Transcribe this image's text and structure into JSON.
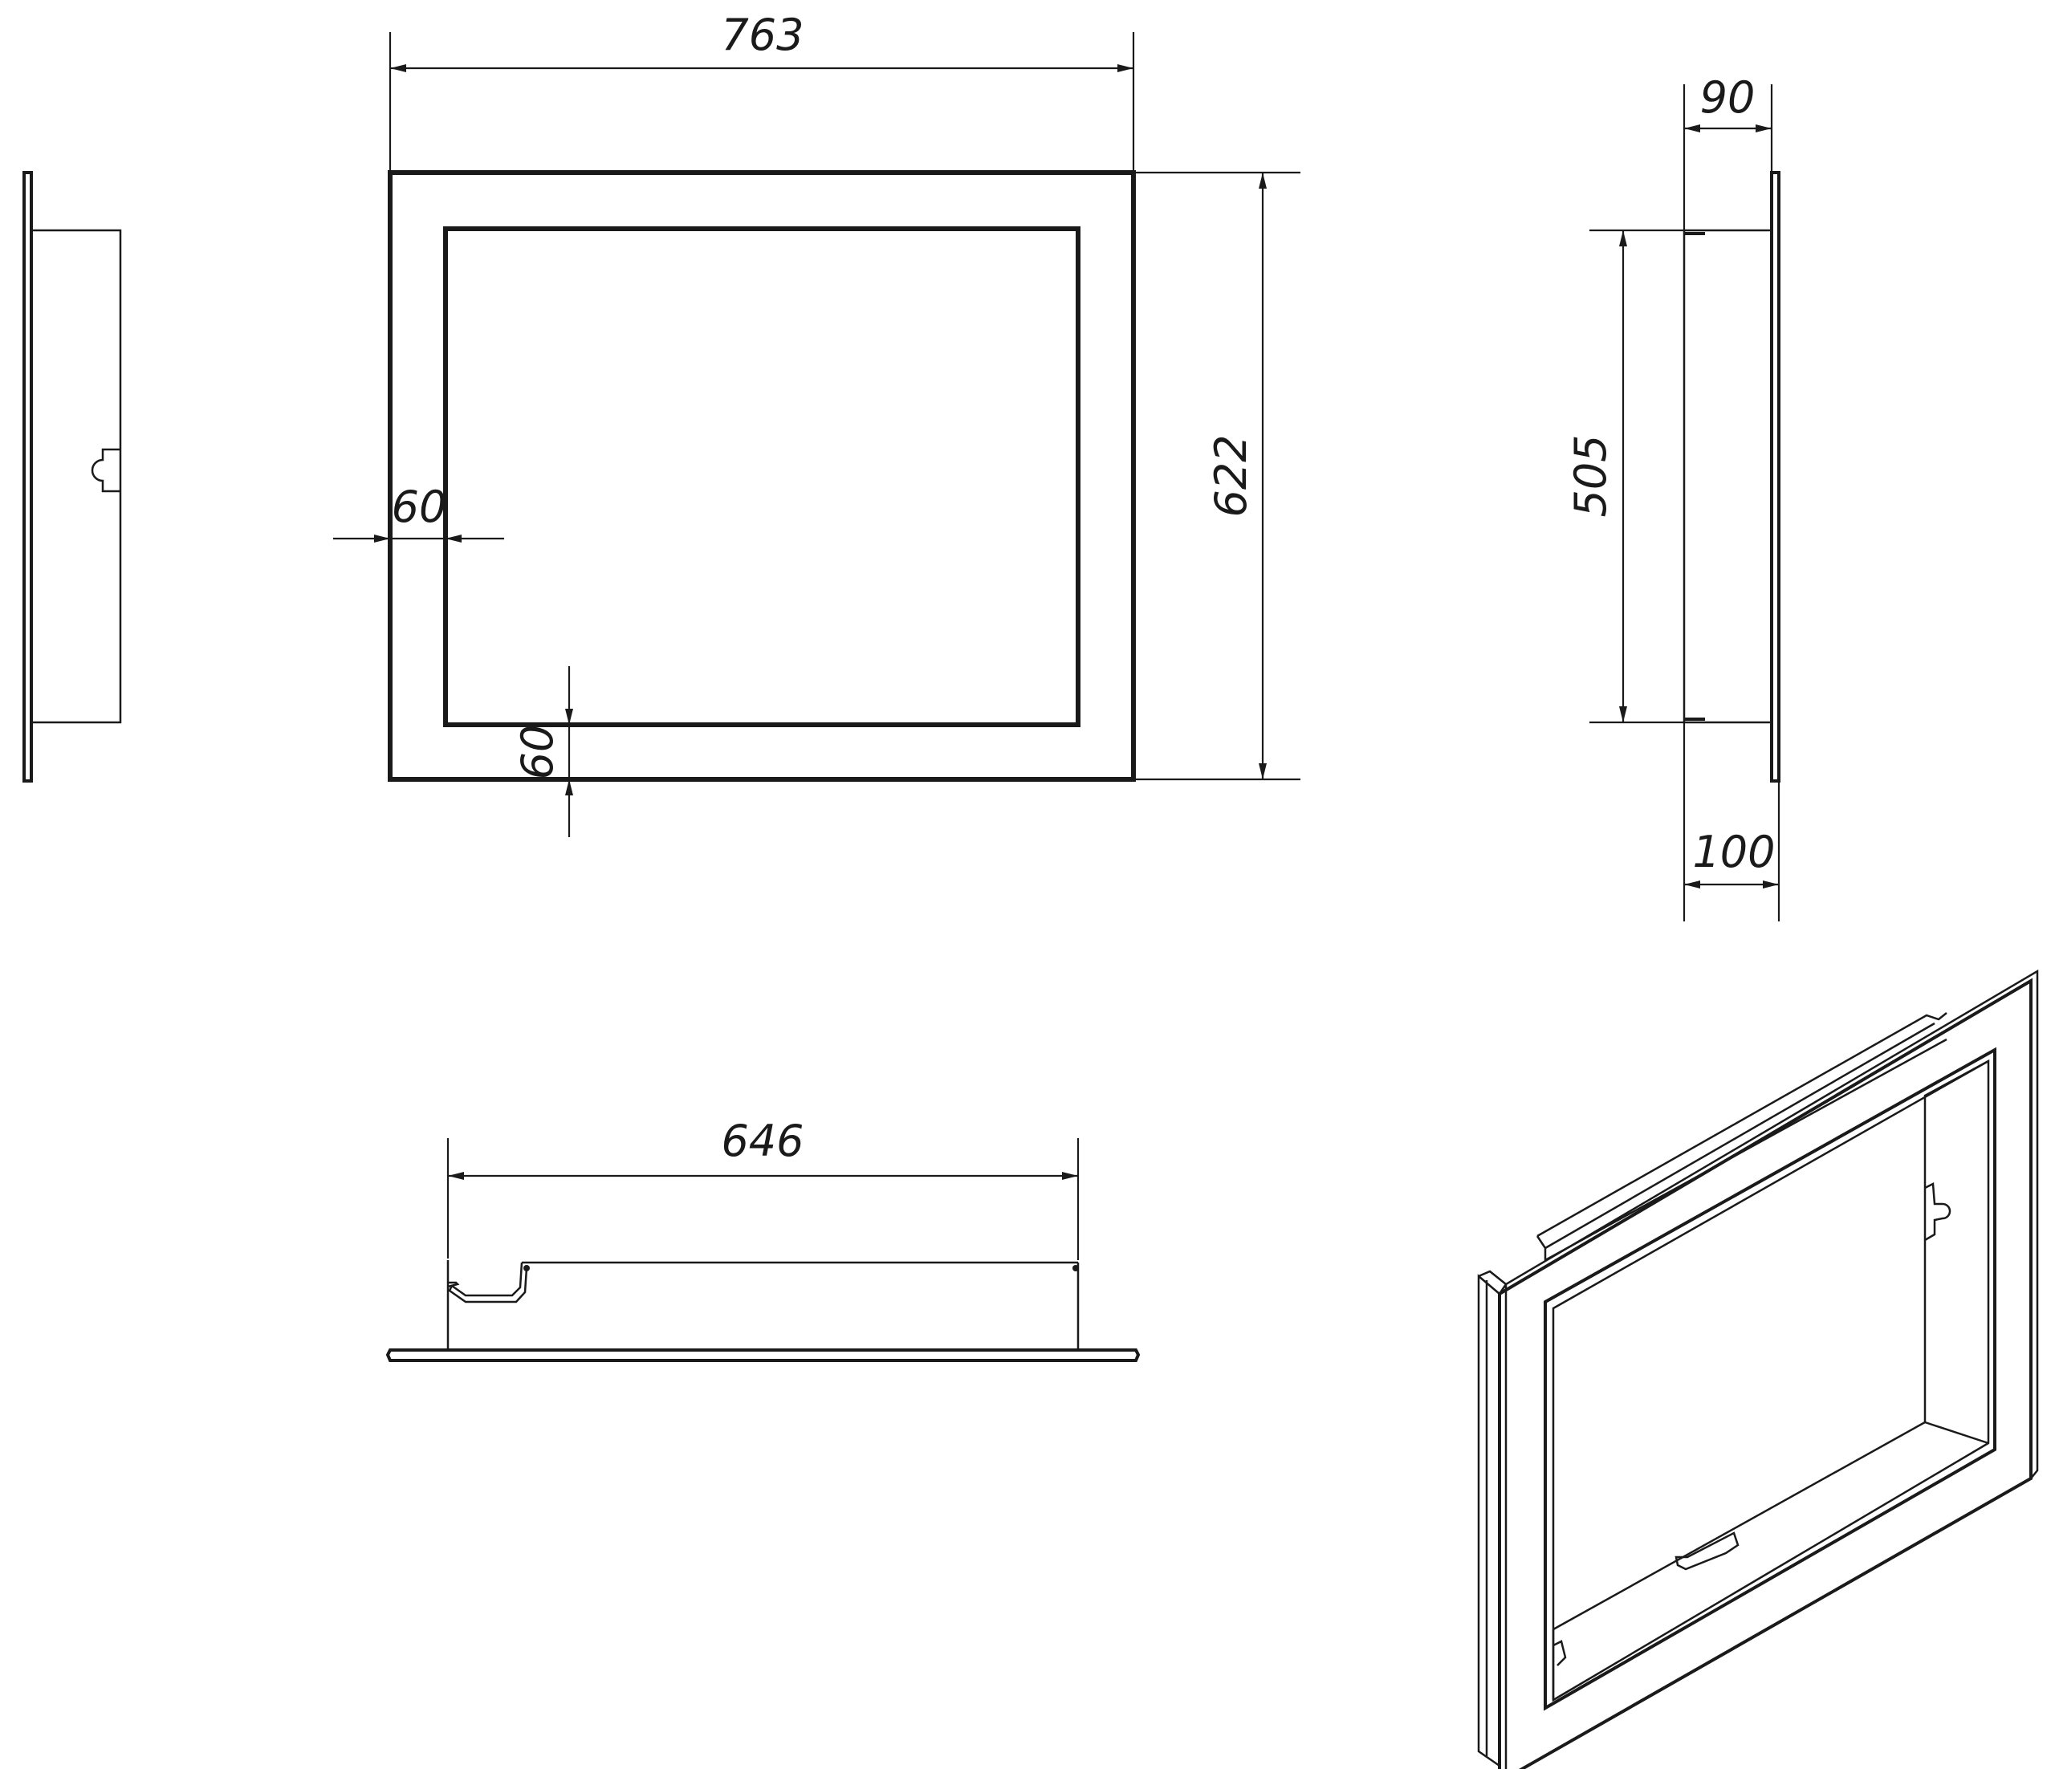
{
  "dimensions": {
    "overall_width": "763",
    "overall_height": "622",
    "side_border": "60",
    "bottom_border": "60",
    "inner_height": "505",
    "depth_inner": "90",
    "depth_overall": "100",
    "bottom_length": "646"
  },
  "colors": {
    "line": "#1a1a1a",
    "background": "#ffffff"
  }
}
